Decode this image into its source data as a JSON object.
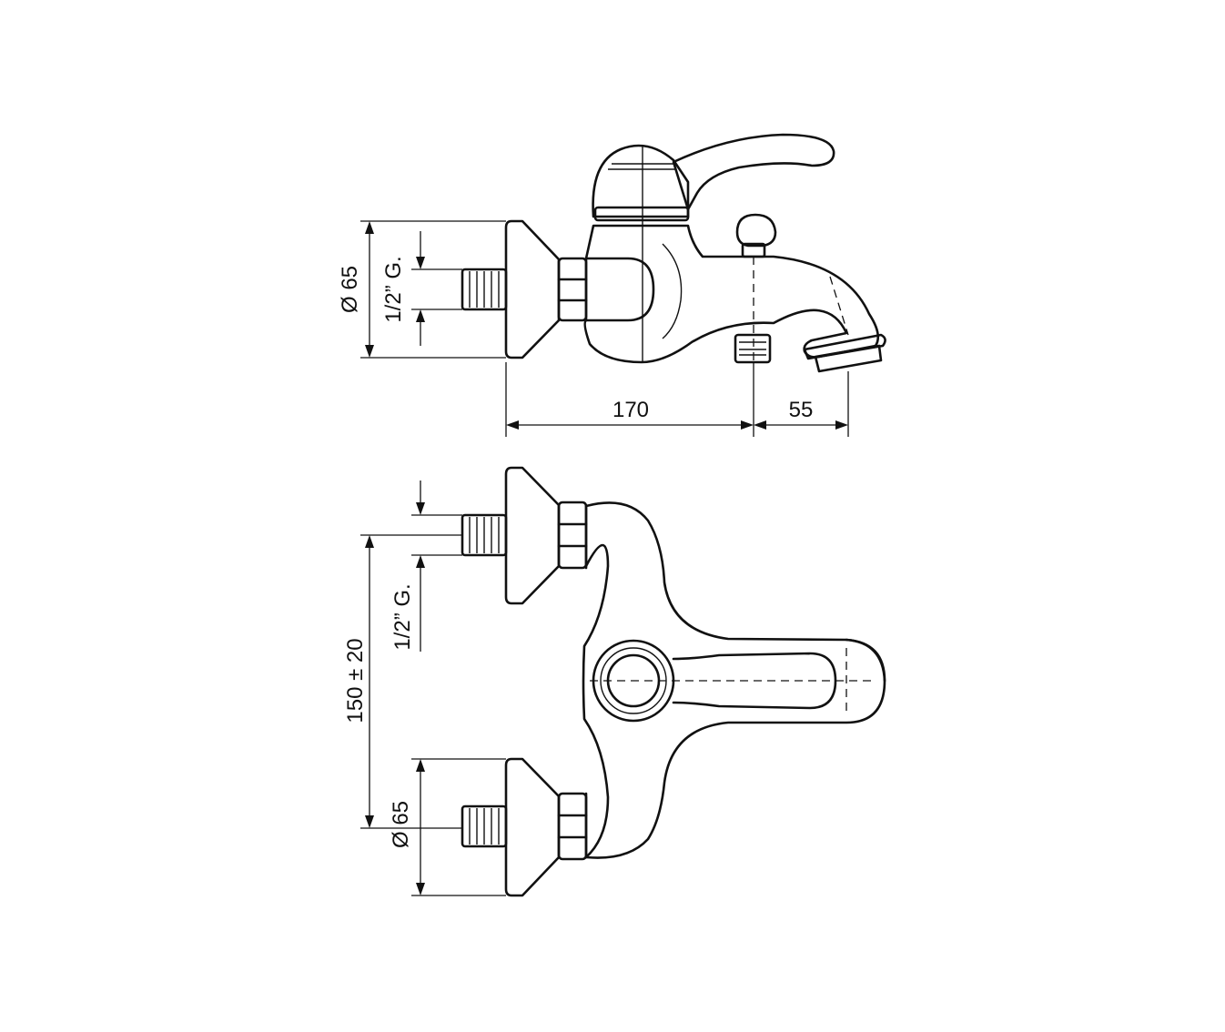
{
  "side_view": {
    "diameter_label": "Ø 65",
    "thread_label": "1/2” G.",
    "length_label": "170",
    "spout_label": "55"
  },
  "top_view": {
    "thread_label": "1/2” G.",
    "spacing_label": "150 ± 20",
    "diameter_label": "Ø 65"
  }
}
